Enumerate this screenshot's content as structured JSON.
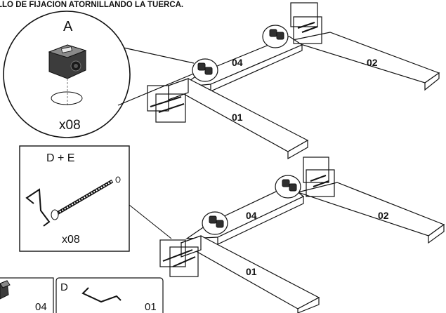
{
  "header": {
    "text": "LLO DE FIJACION ATORNILLANDO LA TUERCA."
  },
  "callout_a": {
    "letter": "A",
    "quantity": "x08"
  },
  "callout_de": {
    "letters": "D + E",
    "quantity": "x08"
  },
  "frame_top": {
    "part_04": "04",
    "part_02": "02",
    "part_01": "01"
  },
  "frame_bottom": {
    "part_04": "04",
    "part_02": "02",
    "part_01": "01"
  },
  "parts_box_left": {
    "quantity": "04"
  },
  "parts_box_right": {
    "letter": "D",
    "quantity": "01"
  }
}
